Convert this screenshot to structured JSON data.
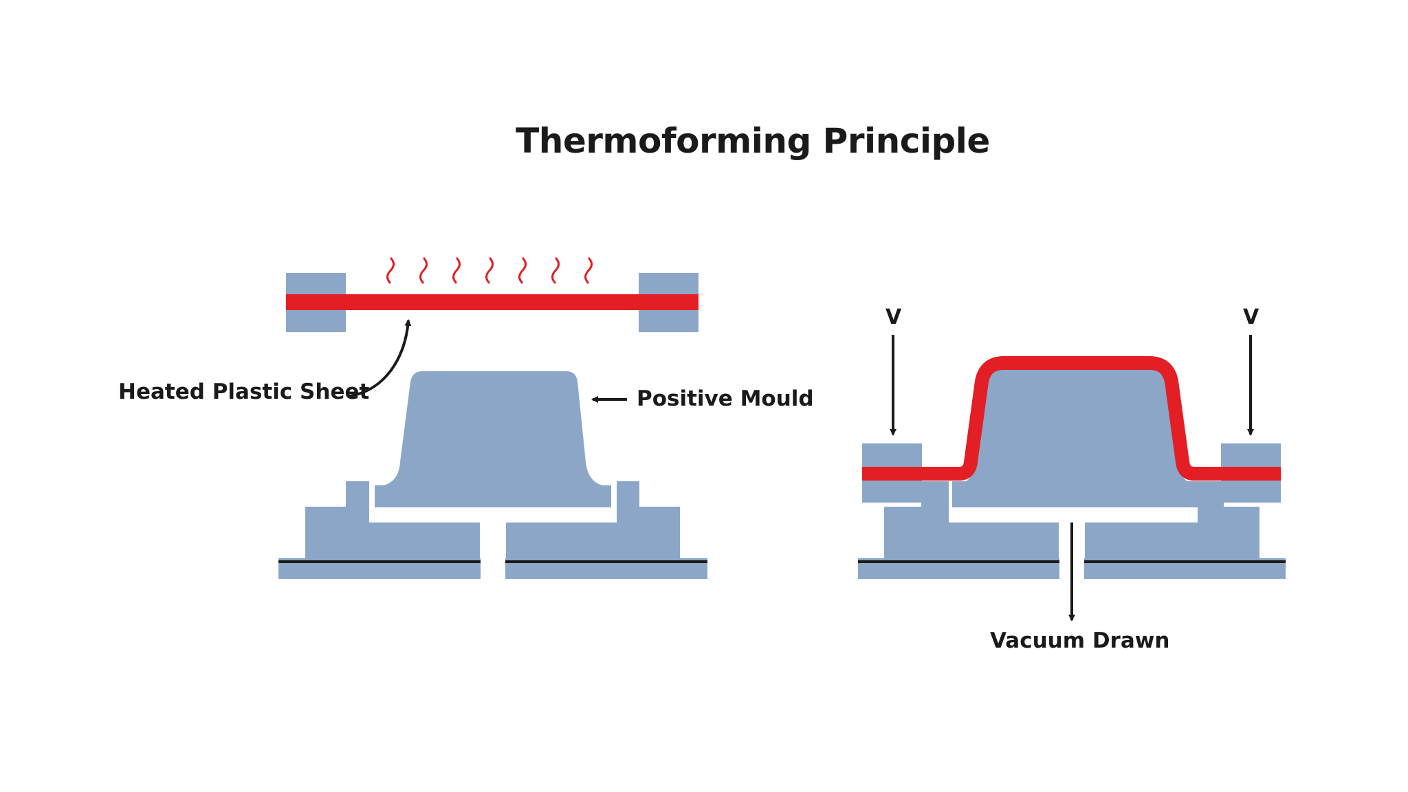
{
  "title": "Thermoforming Principle",
  "labels": {
    "heated_sheet": "Heated Plastic Sheet",
    "positive_mould": "Positive Mould",
    "vacuum_drawn": "Vacuum Drawn",
    "v_left": "V",
    "v_right": "V"
  },
  "colors": {
    "mould": "#8CA6C8",
    "sheet": "#E31E24",
    "line": "#1A1A1A",
    "background": "#FFFFFF"
  },
  "heat_waves_count": 7
}
